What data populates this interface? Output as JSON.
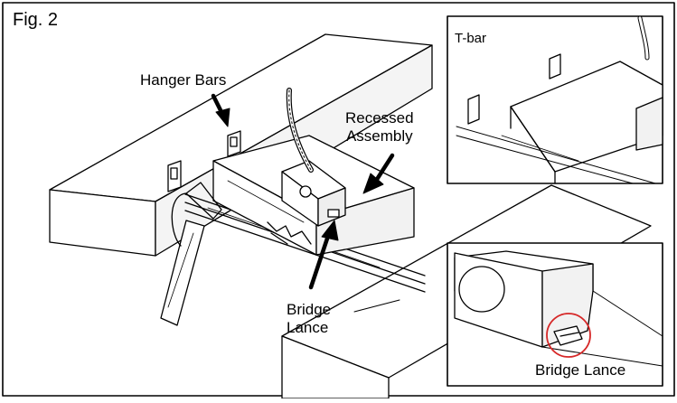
{
  "figure": {
    "label": "Fig. 2",
    "callouts": {
      "hanger_bars": "Hanger Bars",
      "recessed_line1": "Recessed",
      "recessed_line2": "Assembly",
      "bridge_line1": "Bridge",
      "bridge_line2": "Lance"
    },
    "inset_top": {
      "label": "T-bar"
    },
    "inset_bottom": {
      "label": "Bridge Lance",
      "highlight_color": "#d62828"
    }
  }
}
